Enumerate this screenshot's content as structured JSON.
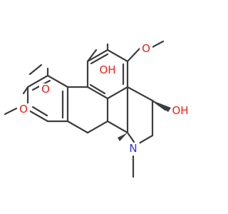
{
  "colors": {
    "bond": "#3d3d3d",
    "oxygen": "#e8211b",
    "nitrogen": "#2e36d8",
    "background": "#ffffff"
  },
  "atoms": {
    "o_top_methoxy": "O",
    "oh_left": "OH",
    "oh_right": "OH",
    "o_methoxy_1": "O",
    "o_methoxy_2": "O",
    "nitrogen": "N"
  }
}
